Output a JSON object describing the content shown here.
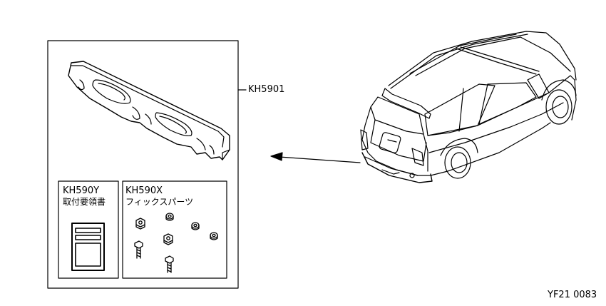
{
  "parts": {
    "main_part": {
      "code": "KH5901"
    },
    "install_manual": {
      "code": "KH590Y",
      "name": "取付要領書"
    },
    "fix_parts": {
      "code": "KH590X",
      "name": "フィックスパーツ"
    }
  },
  "drawing_number": "YF21 0083",
  "colors": {
    "line": "#000000",
    "background": "#ffffff"
  }
}
